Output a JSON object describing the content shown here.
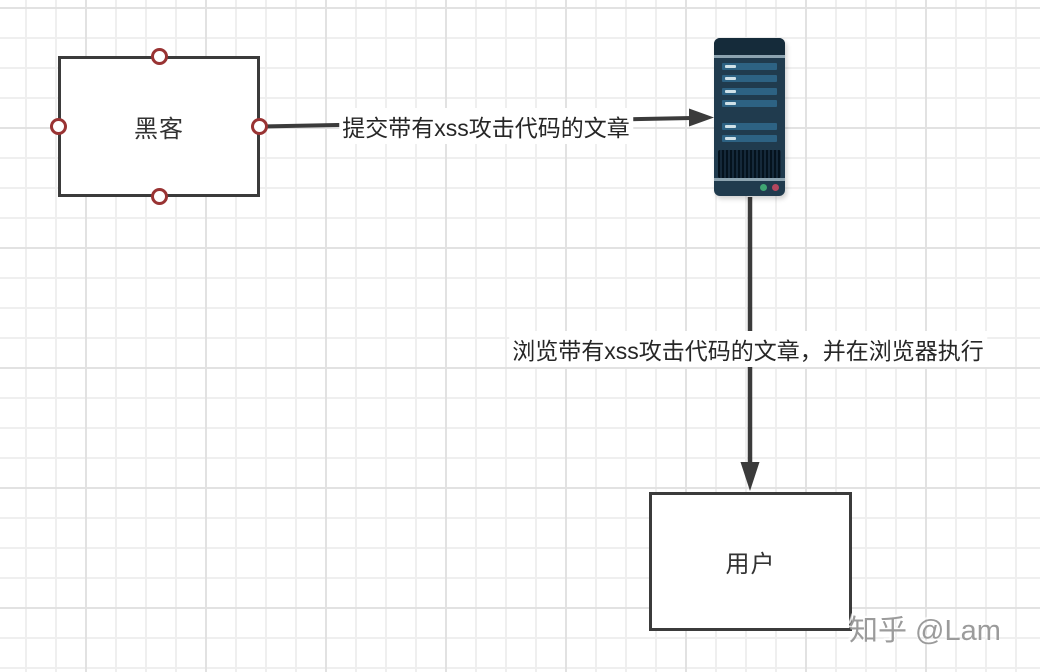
{
  "diagram": {
    "nodes": {
      "hacker": {
        "label": "黑客"
      },
      "user": {
        "label": "用户"
      },
      "server": {
        "icon": "server-icon"
      }
    },
    "edges": {
      "submit": {
        "label": "提交带有xss攻击代码的文章"
      },
      "browse": {
        "label": "浏览带有xss攻击代码的文章，并在浏览器执行"
      }
    }
  },
  "watermark": {
    "text": "知乎 @Lam"
  },
  "colors": {
    "node_border": "#3b3b3b",
    "connector": "#3b3b3b",
    "handle_ring": "#993333",
    "server_body": "#203b4e",
    "server_cap": "#152b3a",
    "server_bar": "#2d6283",
    "server_divider": "#8ca3b0",
    "led_green": "#3fa573",
    "led_red": "#b5475e",
    "grid_minor": "#efefef",
    "grid_major": "#e2e2e2",
    "watermark_gray": "#9b9b9b"
  }
}
